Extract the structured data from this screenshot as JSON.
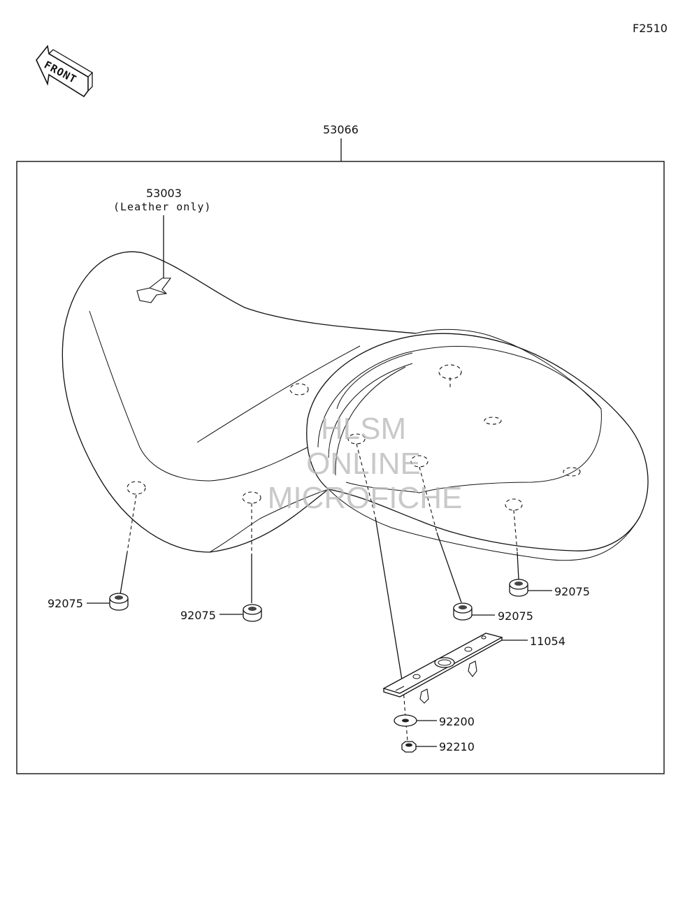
{
  "figure_code": "F2510",
  "front_label": "FRONT",
  "assembly_label": "53066",
  "parts": {
    "emblem": {
      "number": "53003",
      "note": "(Leather only)"
    },
    "damper_a": "92075",
    "damper_b": "92075",
    "damper_c": "92075",
    "damper_d": "92075",
    "bracket": "11054",
    "washer": "92200",
    "nut": "92210"
  },
  "watermark": {
    "line1": "HLSM",
    "line2": "ONLINE",
    "line3": "MICROFICHE"
  }
}
